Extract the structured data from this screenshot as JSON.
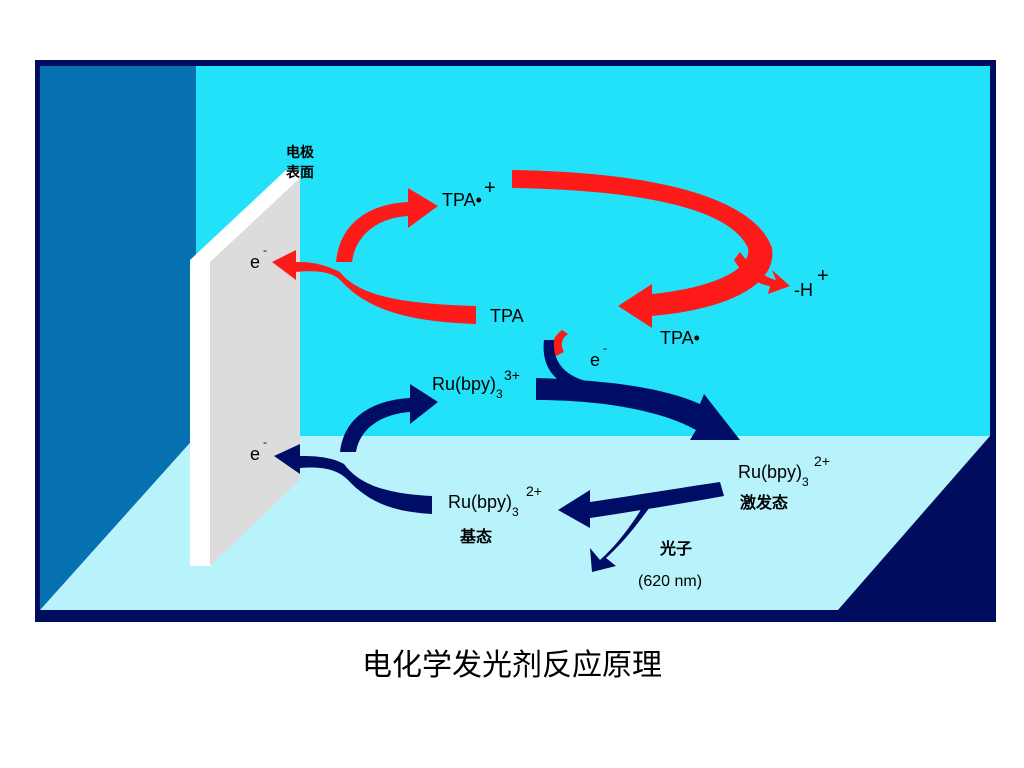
{
  "labels": {
    "electrode_line1": "电极",
    "electrode_line2": "表面",
    "e_top": "e",
    "e_top_sup": "-",
    "e_bottom": "e",
    "e_bottom_sup": "-",
    "e_mid": "e",
    "e_mid_sup": "-",
    "tpa_cation": "TPA•",
    "tpa_cation_sup": "+",
    "tpa": "TPA",
    "tpa_radical": "TPA•",
    "minus_h": "-H",
    "minus_h_sup": "+",
    "ru3_base": "Ru(bpy)",
    "ru3_sub": "3",
    "ru3_sup": "3+",
    "ru2_excited_base": "Ru(bpy)",
    "ru2_excited_sub": "3",
    "ru2_excited_sup": "2+",
    "excited_state": "激发态",
    "ru2_ground_base": "Ru(bpy)",
    "ru2_ground_sub": "3",
    "ru2_ground_sup": "2+",
    "ground_state": "基态",
    "photon": "光子",
    "wavelength": "(620 nm)"
  },
  "caption": "电化学发光剂反应原理",
  "colors": {
    "frame": "#000d5e",
    "back_wall": "#22e2fa",
    "side_wall": "#0571b0",
    "floor": "#b8f2fb",
    "electrode_face": "#dcdcdc",
    "electrode_edge": "#ffffff",
    "red_arrow": "#ff1a1a",
    "blue_arrow": "#000d66"
  }
}
